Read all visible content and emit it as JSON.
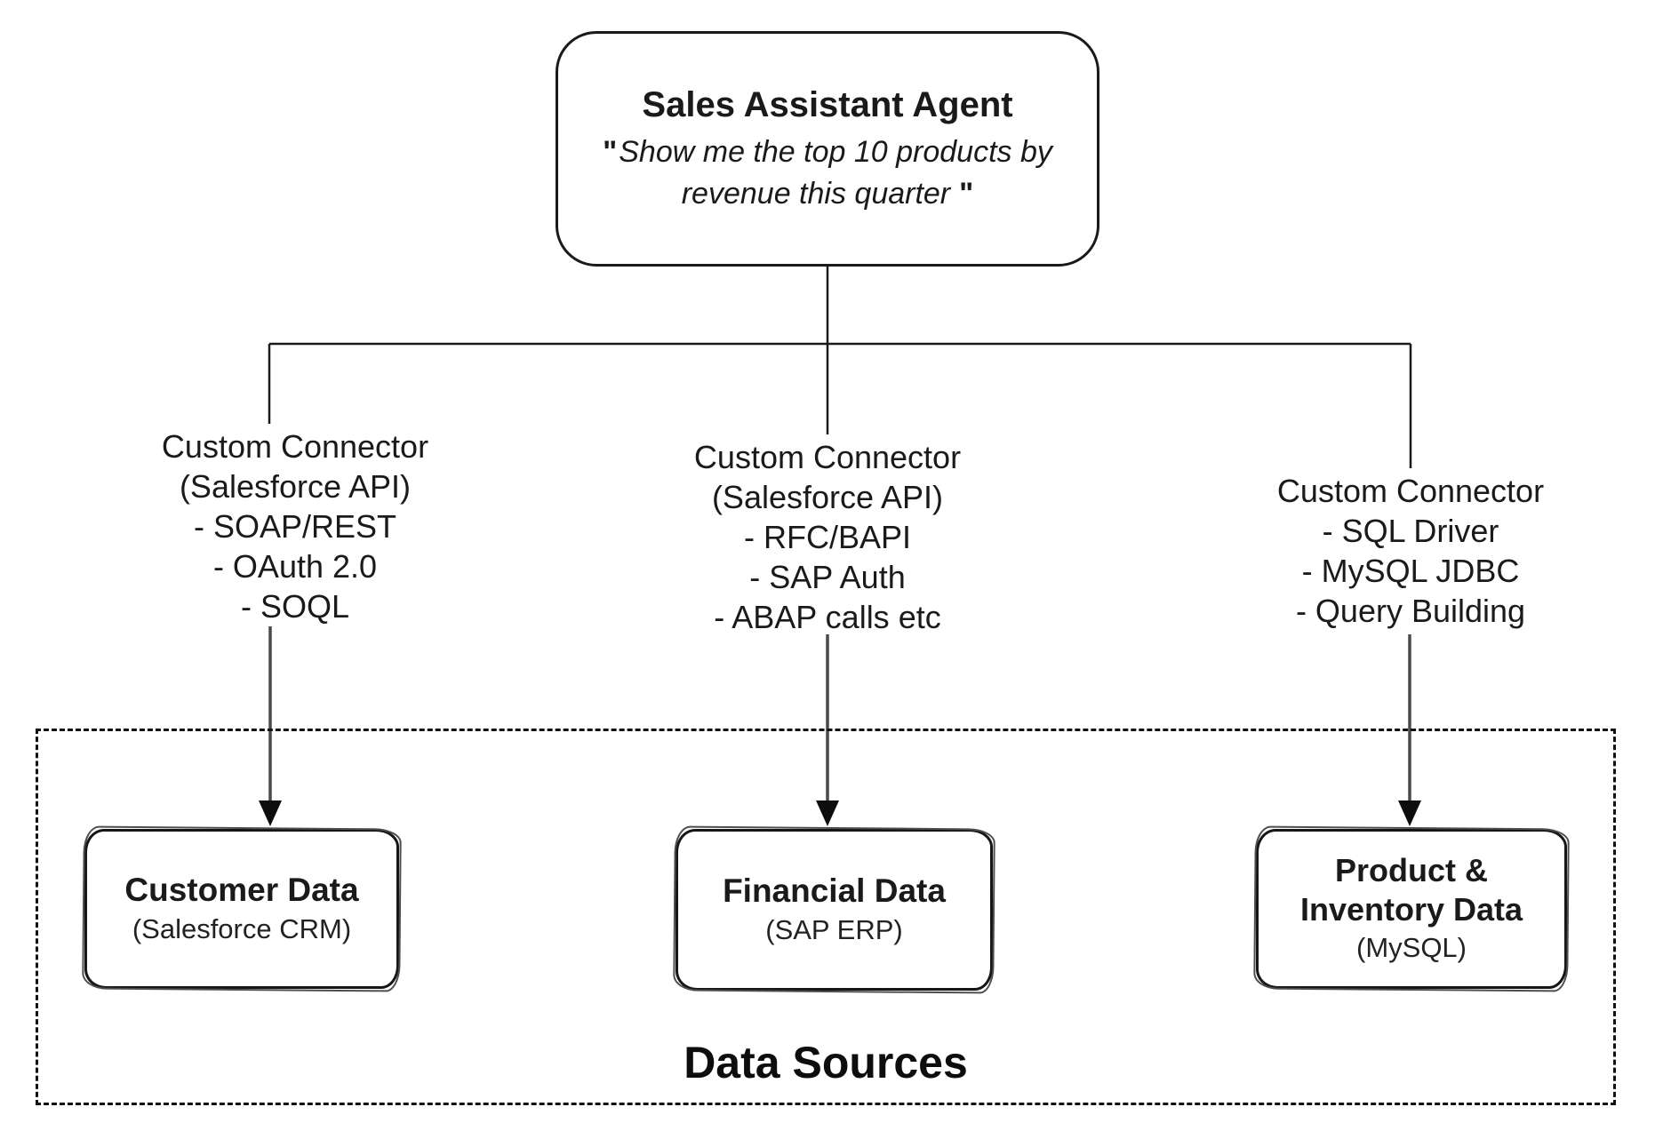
{
  "agent_box": {
    "title": "Sales Assistant Agent",
    "quote_mark_open": "\"",
    "quote_lines": [
      "Show me the top 10 products by",
      "revenue this quarter"
    ],
    "quote_mark_close": "\""
  },
  "connectors": [
    {
      "position": "left",
      "lines": [
        "Custom Connector",
        "(Salesforce API)",
        "- SOAP/REST",
        "- OAuth 2.0",
        "- SOQL"
      ]
    },
    {
      "position": "middle",
      "lines": [
        "Custom Connector",
        "(Salesforce API)",
        "- RFC/BAPI",
        "- SAP Auth",
        "- ABAP calls etc"
      ]
    },
    {
      "position": "right",
      "lines": [
        "Custom Connector",
        "- SQL Driver",
        "- MySQL JDBC",
        "- Query Building"
      ]
    }
  ],
  "data_sources": {
    "label": "Data Sources",
    "boxes": [
      {
        "title": "Customer Data",
        "subtitle": "(Salesforce CRM)"
      },
      {
        "title": "Financial Data",
        "subtitle": "(SAP ERP)"
      },
      {
        "title": "Product & Inventory Data",
        "subtitle": "(MySQL)"
      }
    ]
  },
  "colors": {
    "line": "#1a1a1a",
    "arrow_shaft": "#4a4a4a",
    "arrow_head": "#0d0d0d",
    "border_dashed": "#111111",
    "background": "#ffffff",
    "text": "#1a1a1a"
  }
}
